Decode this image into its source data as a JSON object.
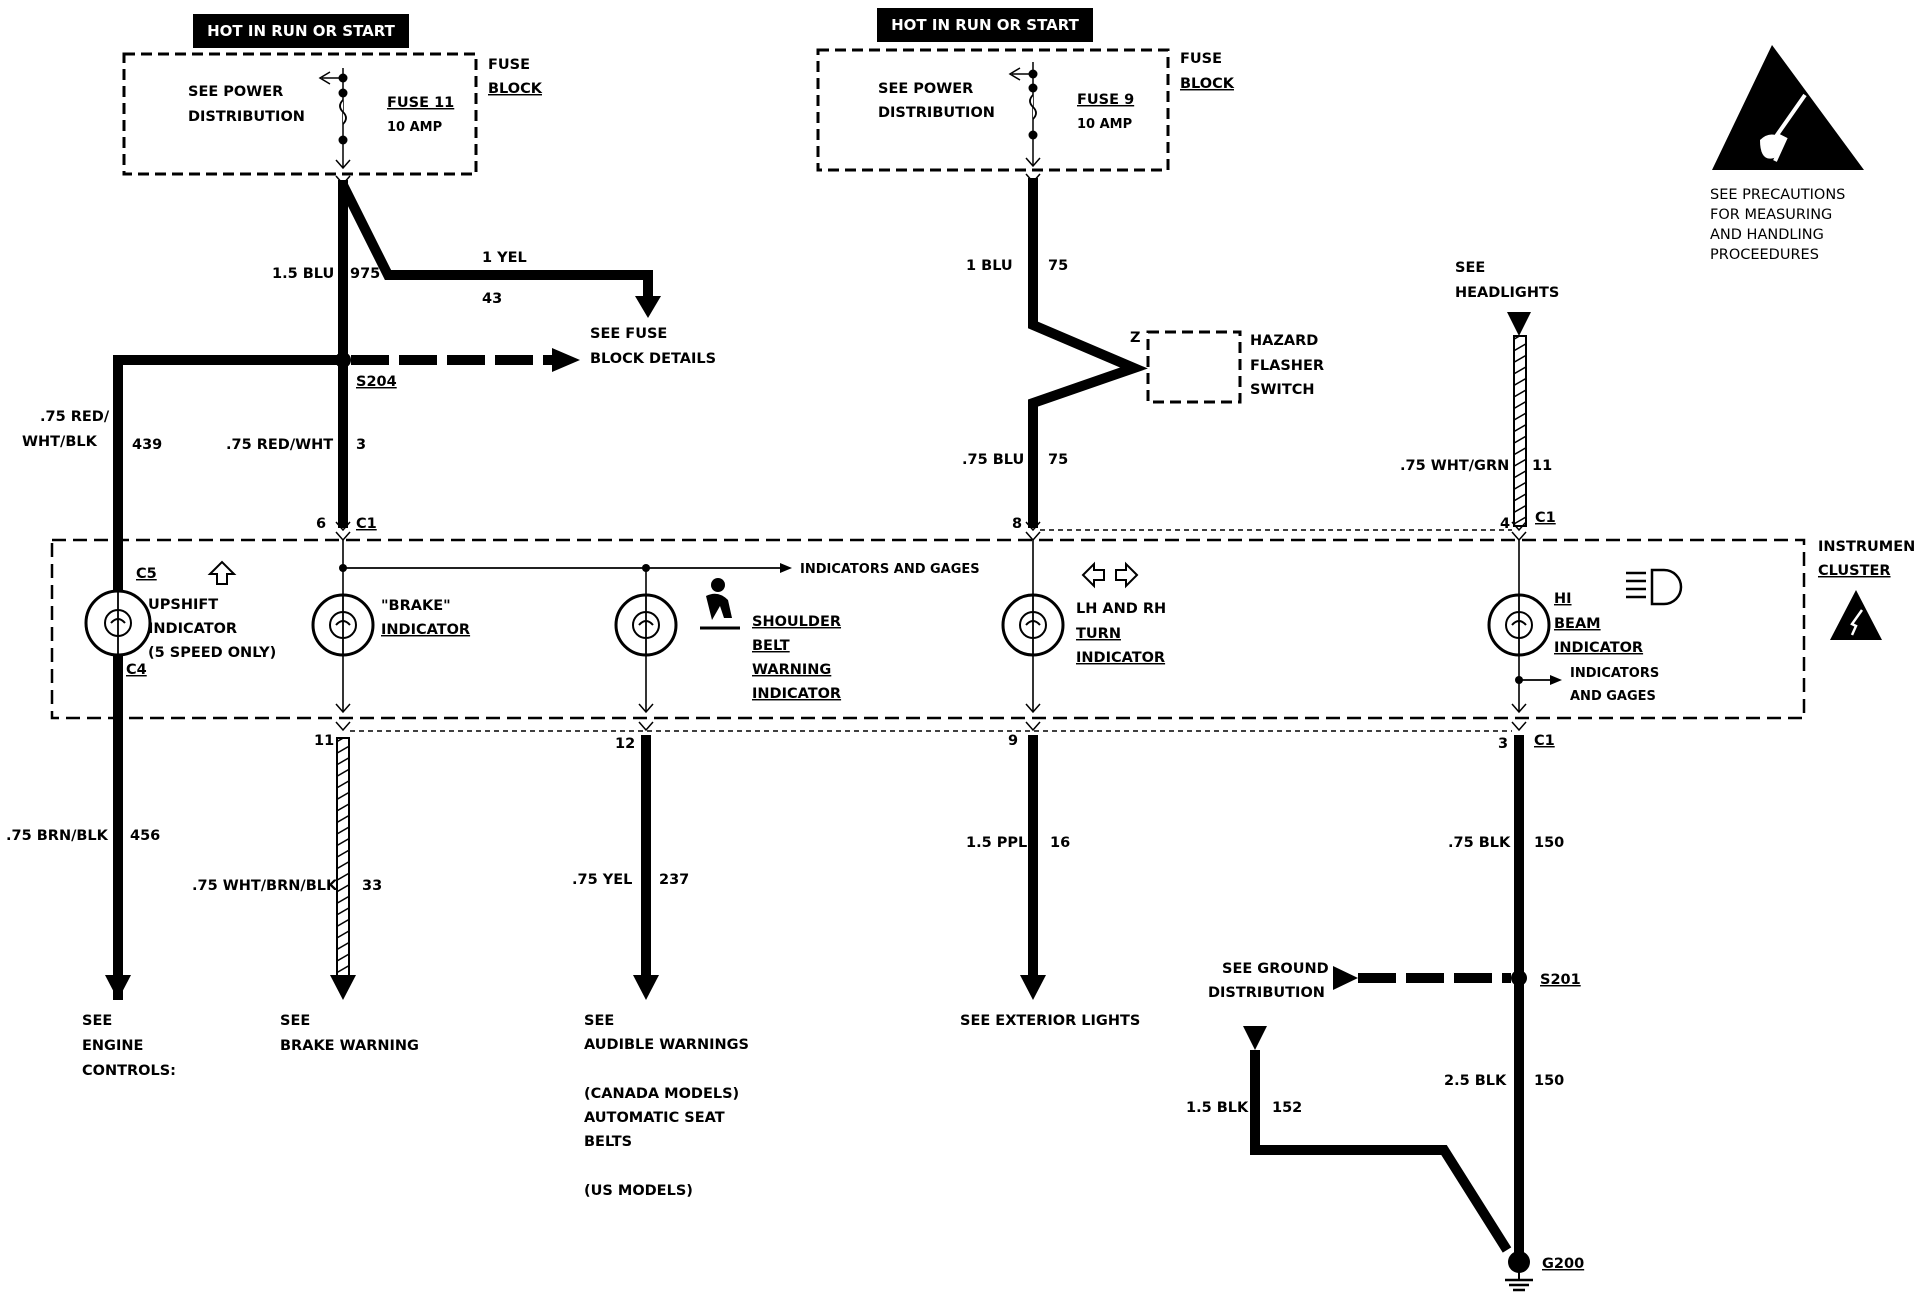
{
  "hot_labels": [
    "HOT IN RUN OR START",
    "HOT IN RUN OR START"
  ],
  "fuse_block_left": {
    "see_power": [
      "SEE POWER",
      "DISTRIBUTION"
    ],
    "fuse_name": "FUSE 11",
    "fuse_rating": "10 AMP",
    "block_label": [
      "FUSE",
      "BLOCK"
    ]
  },
  "fuse_block_right": {
    "see_power": [
      "SEE POWER",
      "DISTRIBUTION"
    ],
    "fuse_name": "FUSE 9",
    "fuse_rating": "10 AMP",
    "block_label": [
      "FUSE",
      "BLOCK"
    ]
  },
  "esd_note": [
    "SEE PRECAUTIONS",
    "FOR MEASURING",
    "AND HANDLING",
    "PROCEEDURES"
  ],
  "wires": {
    "w975": {
      "gauge": "1.5 BLU",
      "circuit": "975"
    },
    "w43": {
      "gauge": "1 YEL",
      "circuit": "43"
    },
    "w439": {
      "gauge": [
        ".75 RED/",
        "WHT/BLK"
      ],
      "circuit": "439"
    },
    "w3": {
      "gauge": ".75 RED/WHT",
      "circuit": "3"
    },
    "w75a": {
      "gauge": "1 BLU",
      "circuit": "75"
    },
    "w75b": {
      "gauge": ".75 BLU",
      "circuit": "75"
    },
    "w11": {
      "gauge": ".75 WHT/GRN",
      "circuit": "11"
    },
    "w456": {
      "gauge": ".75 BRN/BLK",
      "circuit": "456"
    },
    "w33": {
      "gauge": ".75 WHT/BRN/BLK",
      "circuit": "33"
    },
    "w237": {
      "gauge": ".75 YEL",
      "circuit": "237"
    },
    "w16": {
      "gauge": "1.5 PPL",
      "circuit": "16"
    },
    "w150a": {
      "gauge": ".75 BLK",
      "circuit": "150"
    },
    "w150b": {
      "gauge": "2.5 BLK",
      "circuit": "150"
    },
    "w152": {
      "gauge": "1.5 BLK",
      "circuit": "152"
    }
  },
  "splices": {
    "s204": "S204",
    "s201": "S201",
    "g200": "G200"
  },
  "see_fuse_block_details": [
    "SEE FUSE",
    "BLOCK DETAILS"
  ],
  "hazard": {
    "pin": "Z",
    "label": [
      "HAZARD",
      "FLASHER",
      "SWITCH"
    ]
  },
  "see_headlights": [
    "SEE",
    "HEADLIGHTS"
  ],
  "connectors": {
    "top": {
      "p1": "6",
      "c1": "C1",
      "p2": "8",
      "p3": "4",
      "c3": "C1"
    },
    "bottom": {
      "p1": "11",
      "p2": "12",
      "p3": "9",
      "p4": "3",
      "c4": "C1"
    },
    "c5": "C5",
    "c4": "C4"
  },
  "cluster_label": [
    "INSTRUMENT",
    "CLUSTER"
  ],
  "indicators_and_gages": "INDICATORS AND GAGES",
  "indicators_and_gages_2": [
    "INDICATORS",
    "AND GAGES"
  ],
  "indicators": {
    "upshift": [
      "UPSHIFT",
      "INDICATOR",
      "(5 SPEED ONLY)"
    ],
    "brake": [
      "\"BRAKE\"",
      "INDICATOR"
    ],
    "belt": [
      "SHOULDER",
      "BELT",
      "WARNING",
      "INDICATOR"
    ],
    "turn": [
      "LH AND RH",
      "TURN",
      "INDICATOR"
    ],
    "hibeam": [
      "HI",
      "BEAM",
      "INDICATOR"
    ]
  },
  "refs": {
    "engine": [
      "SEE",
      "ENGINE",
      "CONTROLS:"
    ],
    "brake": [
      "SEE",
      "BRAKE WARNING"
    ],
    "audible": [
      "SEE",
      "AUDIBLE WARNINGS",
      "(CANADA MODELS)",
      "AUTOMATIC SEAT",
      "BELTS",
      "(US MODELS)"
    ],
    "exterior": "SEE EXTERIOR LIGHTS",
    "ground": [
      "SEE GROUND",
      "DISTRIBUTION"
    ]
  }
}
